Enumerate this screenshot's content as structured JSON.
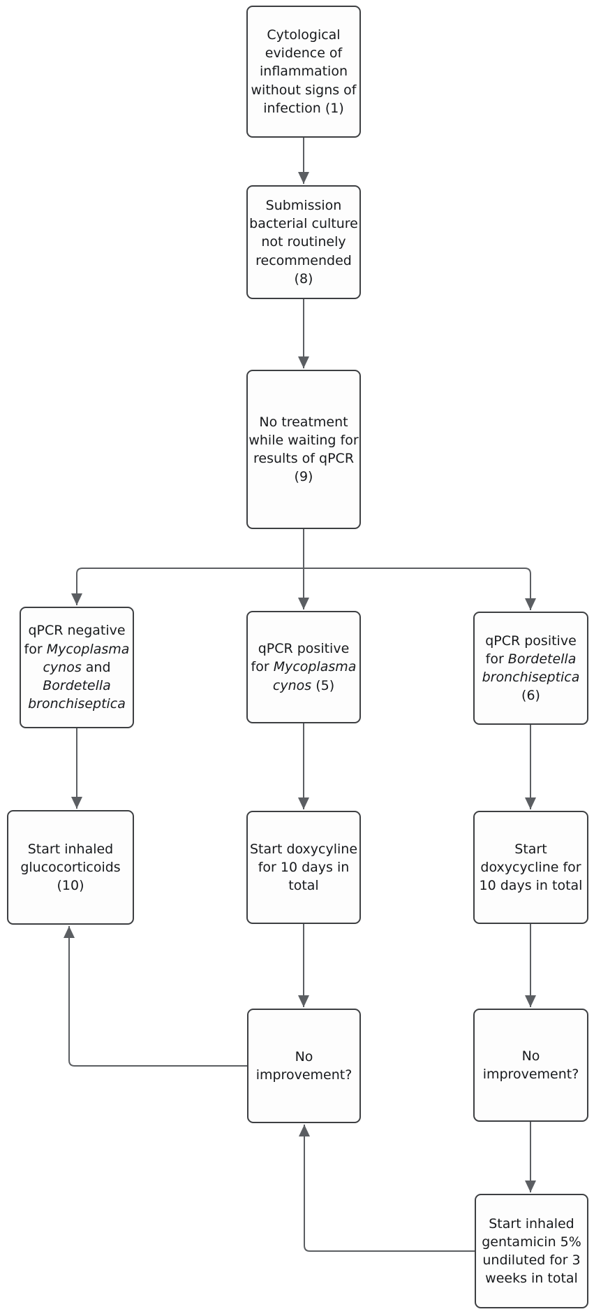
{
  "diagram": {
    "type": "flowchart",
    "colors": {
      "background": "#ffffff",
      "node_fill": "#fdfdfd",
      "node_border": "#3d3f42",
      "connector": "#5b5e62",
      "text": "#17191c"
    },
    "nodes": {
      "cytology": {
        "text": "Cytological evidence of inflammation without signs of infection (1)"
      },
      "culture": {
        "text": "Submission bacterial culture not routinely recommended (8)"
      },
      "no_treatment": {
        "text": "No treatment while waiting for results of qPCR (9)"
      },
      "qpcr_negative": {
        "parts": [
          {
            "t": "qPCR negative for "
          },
          {
            "t": "Mycoplasma cynos",
            "italic": true
          },
          {
            "t": " and "
          },
          {
            "t": "Bordetella bronchiseptica",
            "italic": true
          }
        ]
      },
      "qpcr_mcynos": {
        "parts": [
          {
            "t": "qPCR positive for "
          },
          {
            "t": "Mycoplasma cynos",
            "italic": true
          },
          {
            "t": " (5)"
          }
        ]
      },
      "qpcr_bordetella": {
        "parts": [
          {
            "t": "qPCR positive for "
          },
          {
            "t": "Bordetella bronchiseptica",
            "italic": true
          },
          {
            "t": " (6)"
          }
        ]
      },
      "glucocorticoids": {
        "text": "Start inhaled glucocorticoids (10)"
      },
      "doxycyline_mid": {
        "text": "Start doxycyline for 10 days in total"
      },
      "doxycycline_right": {
        "text": "Start doxycycline for 10 days in total"
      },
      "no_improvement_mid": {
        "text": "No improvement?"
      },
      "no_improvement_right": {
        "text": "No improvement?"
      },
      "gentamicin": {
        "text": "Start inhaled gentamicin 5% undiluted for 3 weeks in total"
      }
    },
    "edges": [
      {
        "from": "cytology",
        "to": "culture"
      },
      {
        "from": "culture",
        "to": "no_treatment"
      },
      {
        "from": "no_treatment",
        "to": "qpcr_negative"
      },
      {
        "from": "no_treatment",
        "to": "qpcr_mcynos"
      },
      {
        "from": "no_treatment",
        "to": "qpcr_bordetella"
      },
      {
        "from": "qpcr_negative",
        "to": "glucocorticoids"
      },
      {
        "from": "qpcr_mcynos",
        "to": "doxycyline_mid"
      },
      {
        "from": "qpcr_bordetella",
        "to": "doxycycline_right"
      },
      {
        "from": "doxycyline_mid",
        "to": "no_improvement_mid"
      },
      {
        "from": "doxycycline_right",
        "to": "no_improvement_right"
      },
      {
        "from": "no_improvement_right",
        "to": "gentamicin"
      },
      {
        "from": "no_improvement_mid",
        "to": "glucocorticoids"
      },
      {
        "from": "gentamicin",
        "to": "no_improvement_mid"
      }
    ]
  }
}
